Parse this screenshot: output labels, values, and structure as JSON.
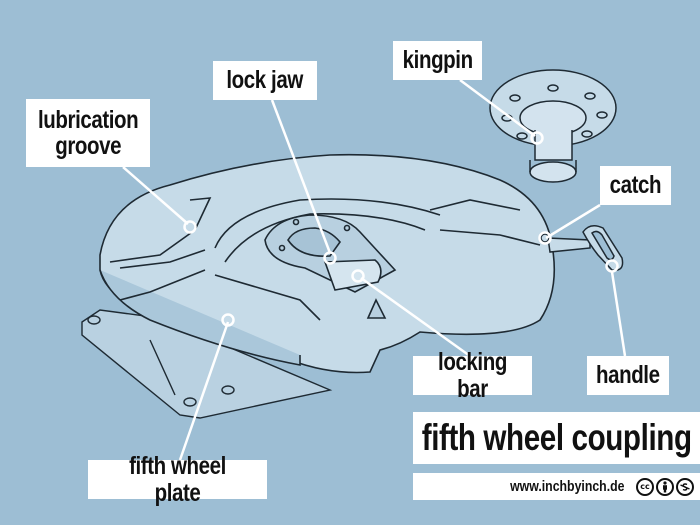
{
  "title": "fifth wheel coupling",
  "credit": {
    "url": "www.inchbyinch.de",
    "license_icons": [
      "cc-icon",
      "attribution-icon",
      "noncommercial-icon"
    ],
    "license_glyphs": [
      "cc",
      "",
      ""
    ]
  },
  "labels": {
    "lubrication_groove": [
      "lubrication",
      "groove"
    ],
    "lock_jaw": "lock jaw",
    "kingpin": "kingpin",
    "catch": "catch",
    "locking_bar": "locking bar",
    "handle": "handle",
    "fifth_wheel_plate": "fifth wheel plate"
  },
  "colors": {
    "background": "#9dbed4",
    "label_bg": "#ffffff",
    "label_text": "#111111",
    "leader_line": "#ffffff",
    "metal_fill": "#c6dbe8",
    "outline": "#1e2a33"
  }
}
